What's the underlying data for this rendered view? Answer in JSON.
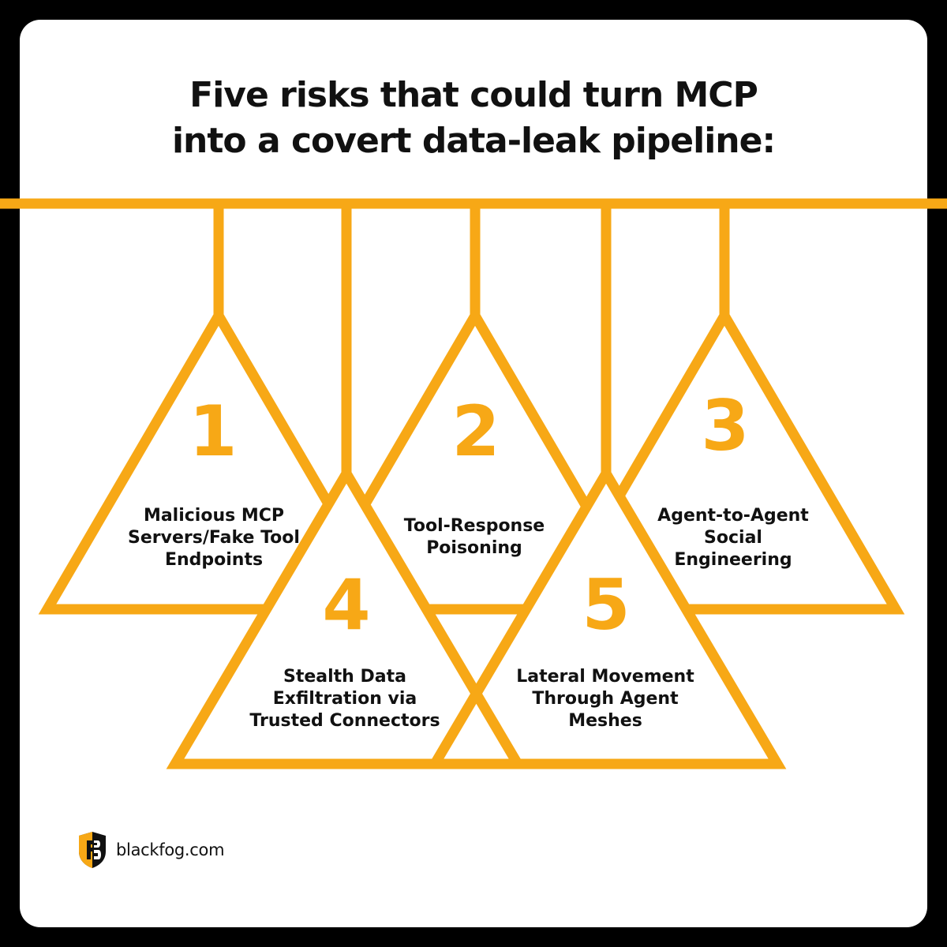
{
  "title": {
    "line1": "Five risks that could turn MCP",
    "line2": "into a covert data-leak pipeline:"
  },
  "risks": [
    {
      "number": "1",
      "lines": [
        "Malicious MCP",
        "Servers/Fake Tool",
        "Endpoints"
      ]
    },
    {
      "number": "2",
      "lines": [
        "Tool-Response",
        "Poisoning"
      ]
    },
    {
      "number": "3",
      "lines": [
        "Agent-to-Agent",
        "Social",
        "Engineering"
      ]
    },
    {
      "number": "4",
      "lines": [
        "Stealth Data",
        "Exfiltration via",
        "Trusted Connectors"
      ]
    },
    {
      "number": "5",
      "lines": [
        "Lateral Movement",
        "Through Agent",
        "Meshes"
      ]
    }
  ],
  "brand": {
    "logo_icon": "blackfog-shield-logo-icon",
    "url": "blackfog.com"
  },
  "colors": {
    "accent": "#F7A816",
    "background": "#000000",
    "card": "#ffffff",
    "text": "#111111"
  }
}
